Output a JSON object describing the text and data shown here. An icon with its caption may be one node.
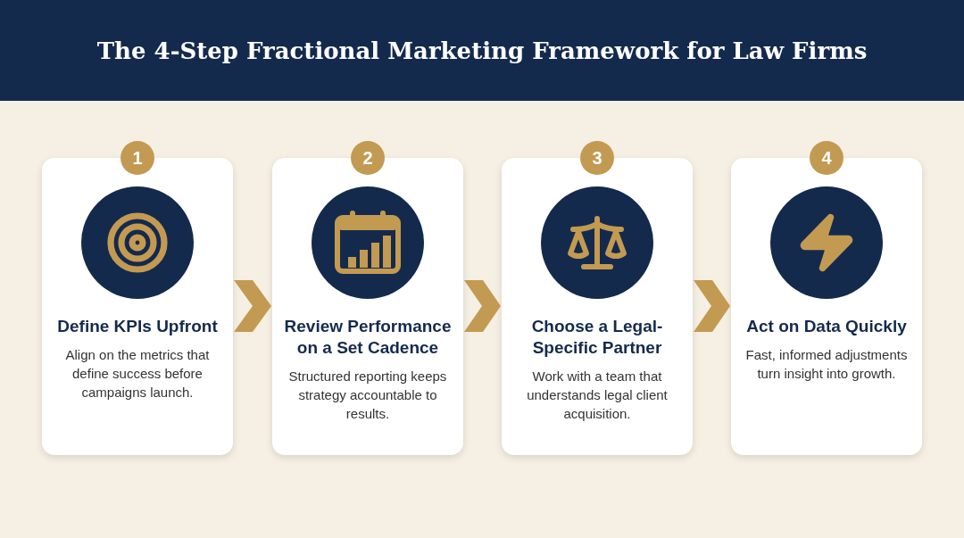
{
  "diagram": {
    "title": "The 4-Step Fractional Marketing Framework for Law Firms",
    "nodes": [
      {
        "text": [
          "1"
        ]
      },
      {
        "text": [
          "Define KPIs Upfront",
          "Align on the metrics that define success before campaigns launch."
        ]
      },
      {
        "text": [
          "2"
        ]
      },
      {
        "text": [
          "Review Performance on a Set Cadence",
          "Structured reporting keeps strategy accountable to results."
        ]
      },
      {
        "text": [
          "3"
        ]
      },
      {
        "text": [
          "Choose a Legal-Specific Partner",
          "Work with a team that understands legal client acquisition."
        ]
      },
      {
        "text": [
          "4"
        ]
      },
      {
        "text": [
          "Act on Data Quickly",
          "Fast, informed adjustments turn insight into growth."
        ]
      }
    ],
    "edges": [
      {
        "from": 1,
        "to": 3,
        "arrow": "to"
      },
      {
        "from": 3,
        "to": 5,
        "arrow": "to"
      },
      {
        "from": 5,
        "to": 7,
        "arrow": "to"
      }
    ]
  }
}
